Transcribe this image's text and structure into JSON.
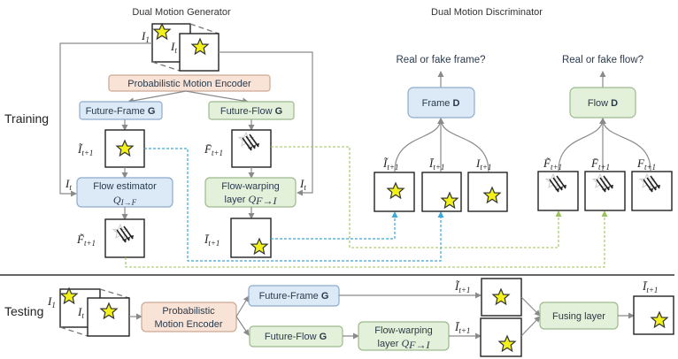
{
  "titles": {
    "generator": "Dual Motion Generator",
    "discriminator": "Dual Motion Discriminator"
  },
  "sections": {
    "training": "Training",
    "testing": "Testing"
  },
  "colors": {
    "encoder_fill": "#f9e3d6",
    "encoder_stroke": "#c9a995",
    "frame_fill": "#dce9f6",
    "frame_stroke": "#8eaacb",
    "flow_fill": "#e3f0da",
    "flow_stroke": "#9db98d",
    "star_fill": "#f2f21a",
    "blue_dash": "#3aa8d8",
    "green_dash": "#9cc25a"
  },
  "training": {
    "input_labels": {
      "first": "I",
      "first_sub": "1",
      "current": "I",
      "current_sub": "t"
    },
    "encoder": "Probabilistic Motion Encoder",
    "future_frame_g": {
      "text": "Future-Frame ",
      "bold": "G"
    },
    "future_flow_g": {
      "text": "Future-Flow ",
      "bold": "G"
    },
    "frame_pred_label": {
      "base": "Ĩ",
      "sub": "t+1"
    },
    "flow_pred_label": {
      "base": "F̄",
      "sub": "t+1"
    },
    "flow_estimator": {
      "line1": "Flow estimator",
      "q": "Q",
      "q_sub": "I→F"
    },
    "flow_warping": {
      "line1": "Flow-warping",
      "line2": "layer ",
      "q": "Q",
      "q_sub": "F→I"
    },
    "estimated_flow_label": {
      "base": "F̃",
      "sub": "t+1"
    },
    "warped_frame_label": {
      "base": "Ī",
      "sub": "t+1"
    },
    "it_left": {
      "base": "I",
      "sub": "t"
    },
    "it_right": {
      "base": "I",
      "sub": "t"
    }
  },
  "discriminator": {
    "frame_question": "Real or fake frame?",
    "flow_question": "Real or fake flow?",
    "frame_d": {
      "text": "Frame ",
      "bold": "D"
    },
    "flow_d": {
      "text": "Flow ",
      "bold": "D"
    },
    "frame_inputs": [
      {
        "base": "Ĩ",
        "sub": "t+1"
      },
      {
        "base": "Ī",
        "sub": "t+1"
      },
      {
        "base": "I",
        "sub": "t+1"
      }
    ],
    "flow_inputs": [
      {
        "base": "F̃",
        "sub": "t+1"
      },
      {
        "base": "F̄",
        "sub": "t+1"
      },
      {
        "base": "F",
        "sub": "t+1"
      }
    ]
  },
  "testing": {
    "input_labels": {
      "first": "I",
      "first_sub": "1",
      "current": "I",
      "current_sub": "t"
    },
    "encoder_line1": "Probabilistic",
    "encoder_line2": "Motion Encoder",
    "future_frame_g": {
      "text": "Future-Frame ",
      "bold": "G"
    },
    "future_flow_g": {
      "text": "Future-Flow ",
      "bold": "G"
    },
    "flow_warping": {
      "line1": "Flow-warping",
      "line2": "layer ",
      "q": "Q",
      "q_sub": "F→I"
    },
    "frame_pred_label": {
      "base": "Ĩ",
      "sub": "t+1"
    },
    "warped_frame_label": {
      "base": "Ī",
      "sub": "t+1"
    },
    "fusing": "Fusing layer",
    "output_label": {
      "base": "Ī",
      "sub": "t+1"
    }
  }
}
